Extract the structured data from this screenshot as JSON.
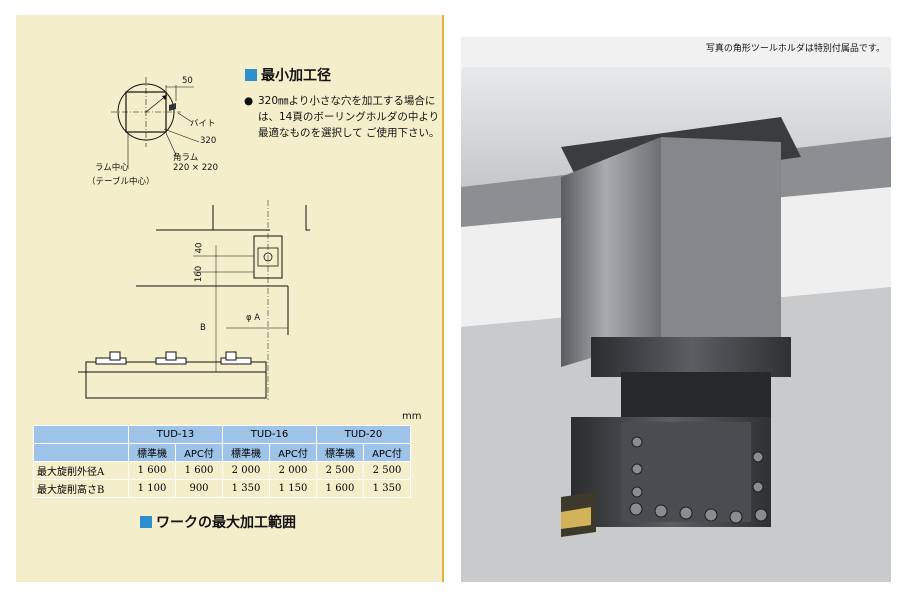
{
  "min_bore": {
    "heading": "最小加工径",
    "note": "320㎜より小さな穴を加工する場合には、14頁のボーリングホルダの中より最適なものを選択して ご使用下さい。",
    "labels": {
      "dim50": "50",
      "bite": "バイト",
      "dim320": "320",
      "ram_center_1": "ラム中心",
      "ram_center_2": "（テーブル中心）",
      "square_ram_1": "角ラム",
      "square_ram_2": "220 × 220"
    }
  },
  "work_range": {
    "labels": {
      "dim40": "40",
      "dim160": "160",
      "dimB": "B",
      "phiA": "φ A"
    },
    "heading": "ワークの最大加工範囲",
    "unit": "mm",
    "table": {
      "models": [
        "TUD-13",
        "TUD-16",
        "TUD-20"
      ],
      "subheaders": [
        "標準機",
        "APC付",
        "標準機",
        "APC付",
        "標準機",
        "APC付"
      ],
      "rows": [
        {
          "label": "最大旋削外径A",
          "values": [
            "1 600",
            "1 600",
            "2 000",
            "2 000",
            "2 500",
            "2 500"
          ]
        },
        {
          "label": "最大旋削高さB",
          "values": [
            "1 100",
            "900",
            "1 350",
            "1 150",
            "1 600",
            "1 350"
          ]
        }
      ]
    }
  },
  "photo": {
    "caption": "写真の角形ツールホルダは特別付属品です。"
  }
}
